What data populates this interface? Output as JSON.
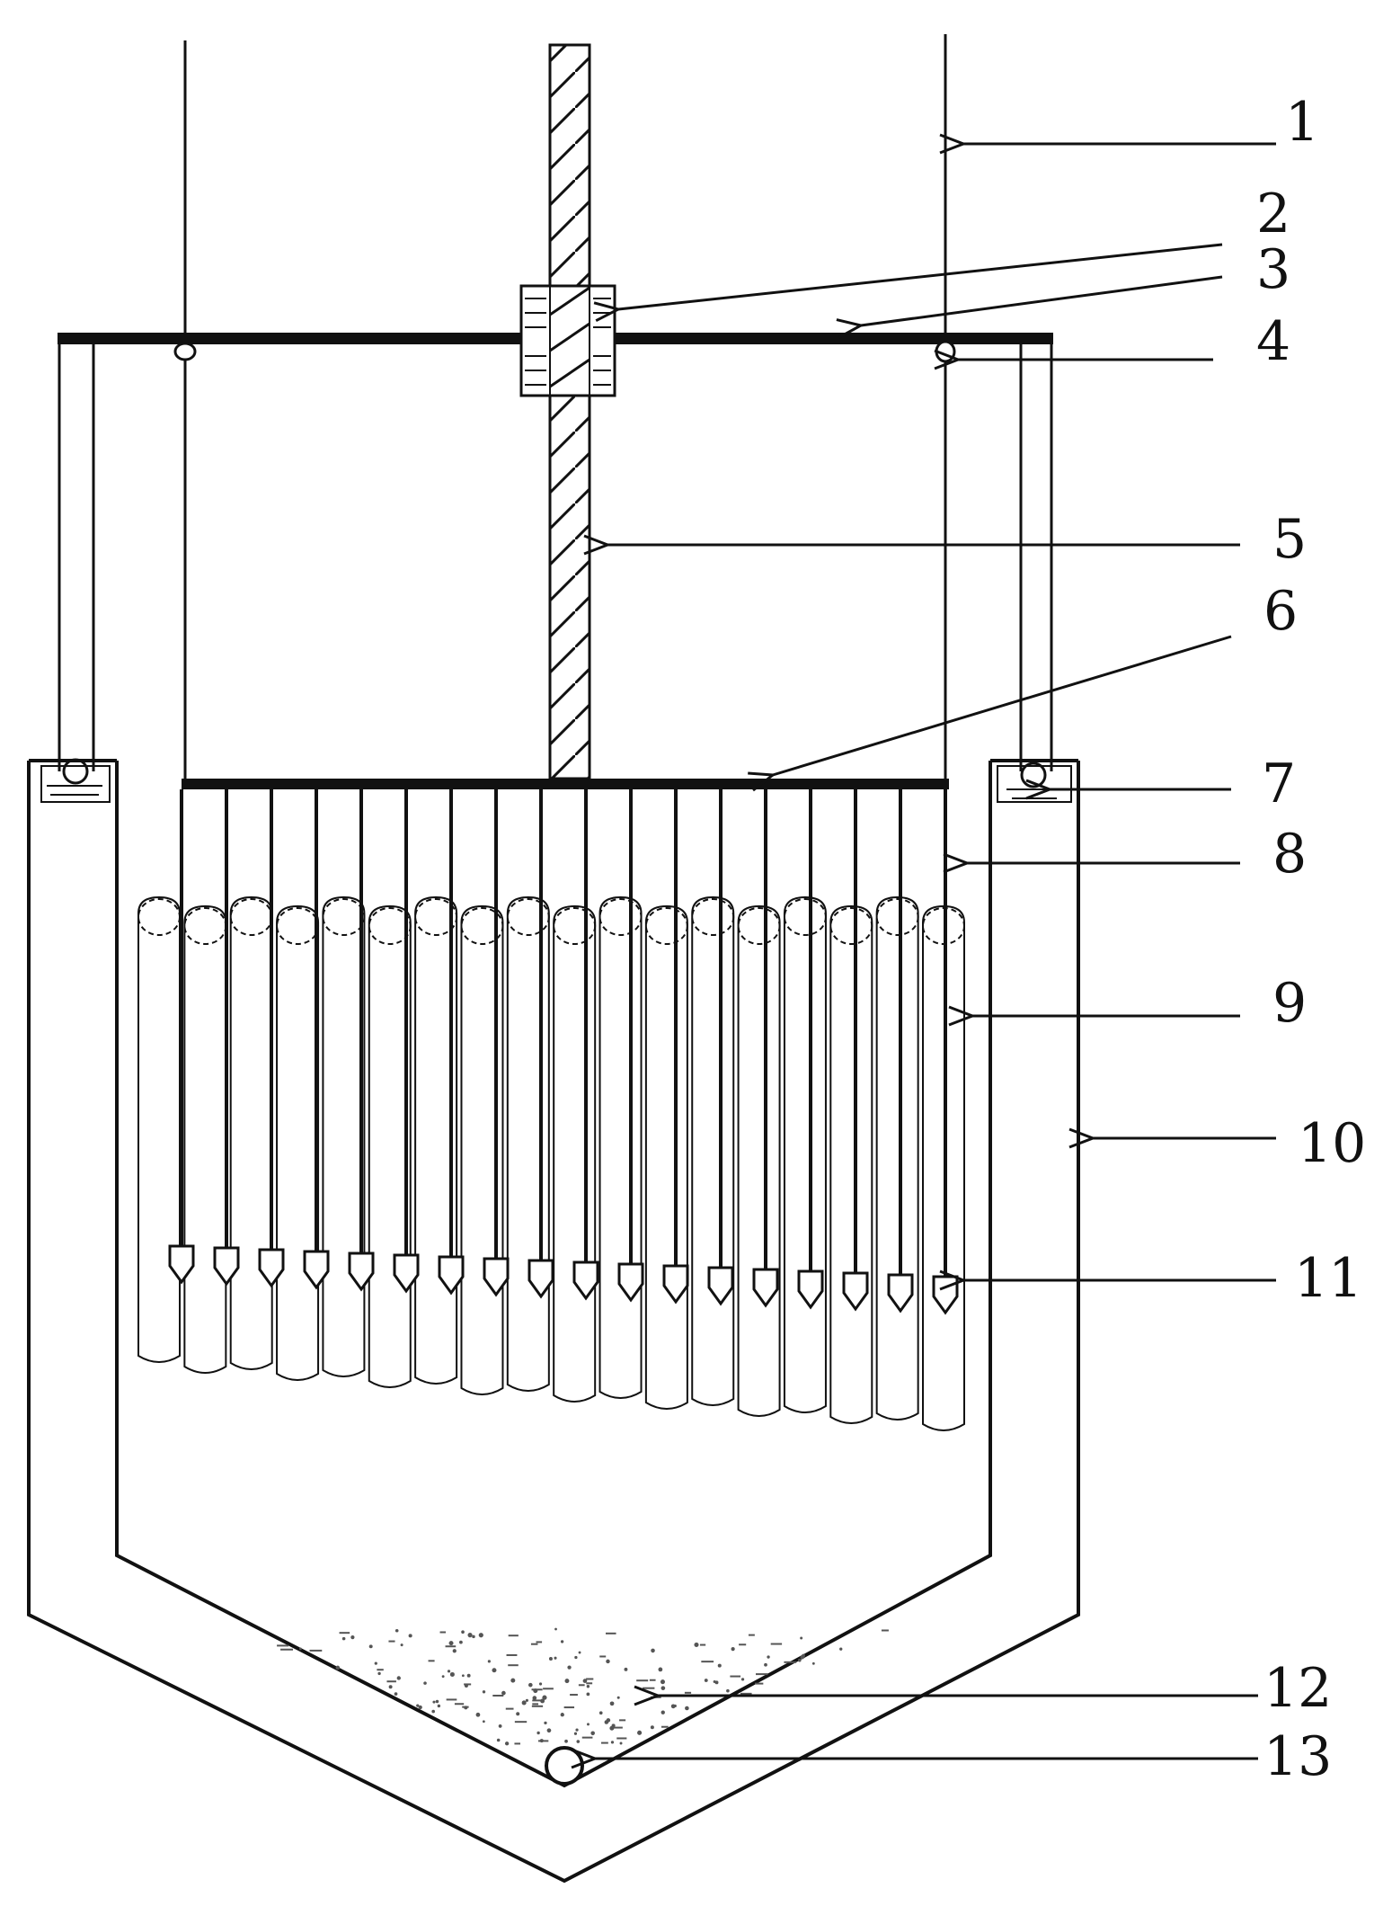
{
  "colors": {
    "ink": "#111111",
    "background": "#ffffff",
    "sediment": "#555555"
  },
  "callouts": [
    {
      "id": "1",
      "label": "1"
    },
    {
      "id": "2",
      "label": "2"
    },
    {
      "id": "3",
      "label": "3"
    },
    {
      "id": "4",
      "label": "4"
    },
    {
      "id": "5",
      "label": "5"
    },
    {
      "id": "6",
      "label": "6"
    },
    {
      "id": "7",
      "label": "7"
    },
    {
      "id": "8",
      "label": "8"
    },
    {
      "id": "9",
      "label": "9"
    },
    {
      "id": "10",
      "label": "10"
    },
    {
      "id": "11",
      "label": "11"
    },
    {
      "id": "12",
      "label": "12"
    },
    {
      "id": "13",
      "label": "13"
    }
  ],
  "assembly": {
    "hanging_electrode_count": 18,
    "cylinder_count": 18
  }
}
